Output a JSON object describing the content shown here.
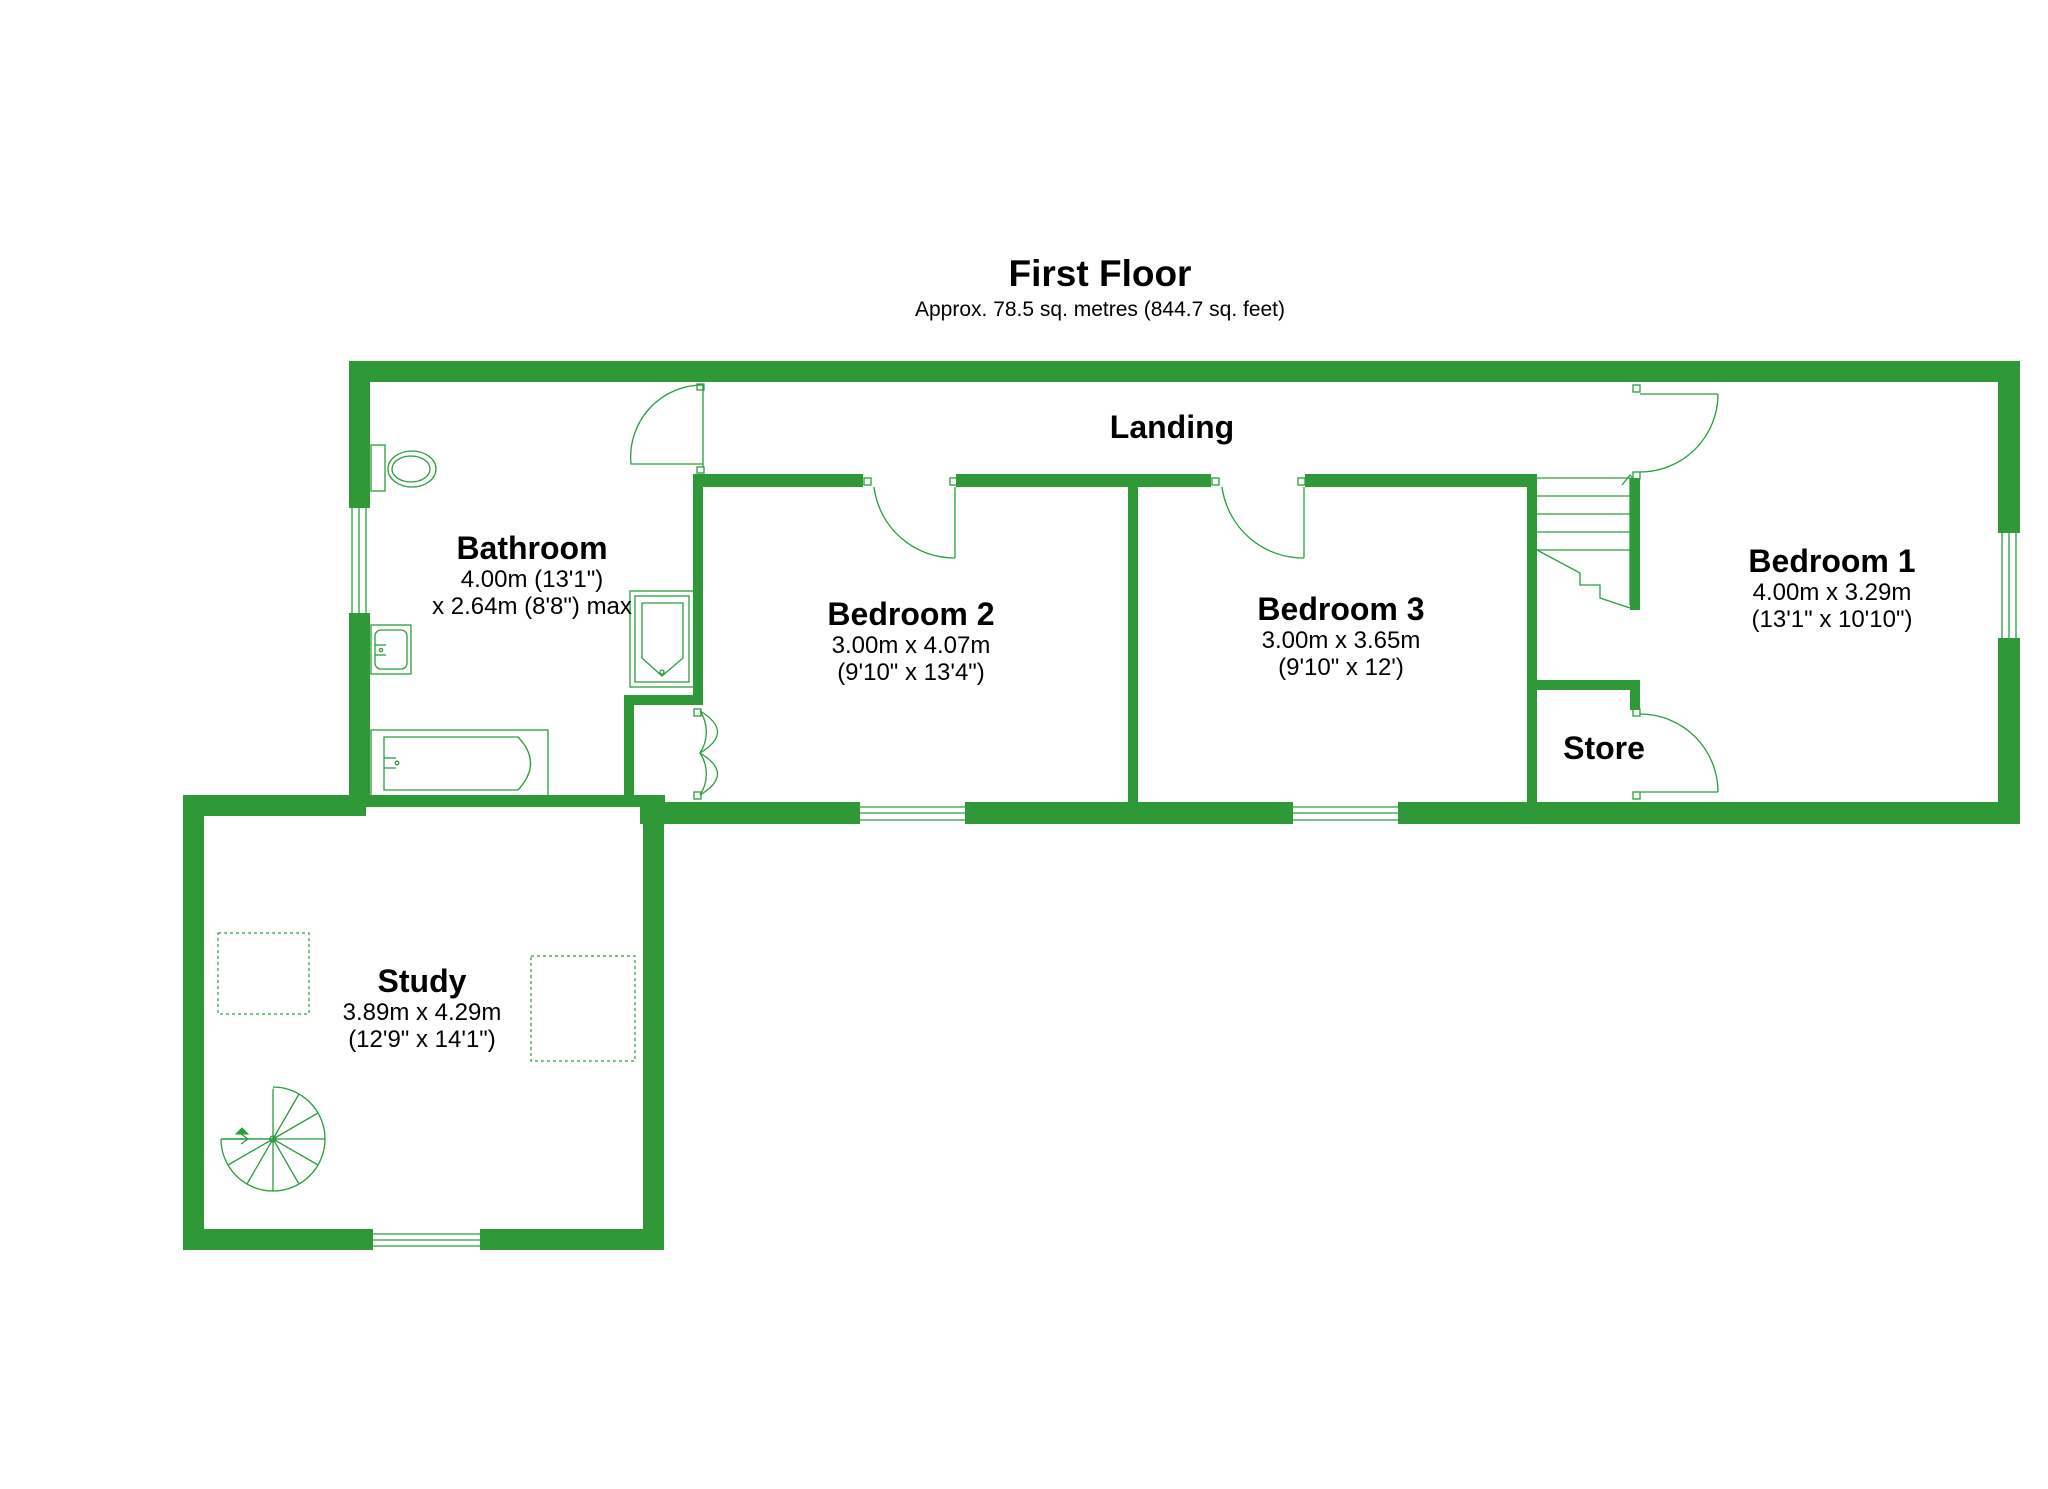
{
  "header": {
    "title": "First Floor",
    "area": "Approx. 78.5 sq. metres (844.7 sq. feet)"
  },
  "colors": {
    "wall": "#2e9936",
    "fixture": "#2a9d3c",
    "background": "#ffffff",
    "text": "#000000"
  },
  "rooms": {
    "landing": {
      "name": "Landing"
    },
    "bathroom": {
      "name": "Bathroom",
      "dim1": "4.00m (13'1\")",
      "dim2": "x 2.64m (8'8\") max"
    },
    "bedroom2": {
      "name": "Bedroom 2",
      "dim1": "3.00m x 4.07m",
      "dim2": "(9'10\" x 13'4\")"
    },
    "bedroom3": {
      "name": "Bedroom 3",
      "dim1": "3.00m x 3.65m",
      "dim2": "(9'10\" x 12')"
    },
    "bedroom1": {
      "name": "Bedroom 1",
      "dim1": "4.00m x 3.29m",
      "dim2": "(13'1\" x 10'10\")"
    },
    "store": {
      "name": "Store"
    },
    "study": {
      "name": "Study",
      "dim1": "3.89m x 4.29m",
      "dim2": "(12'9\" x 14'1\")"
    }
  }
}
